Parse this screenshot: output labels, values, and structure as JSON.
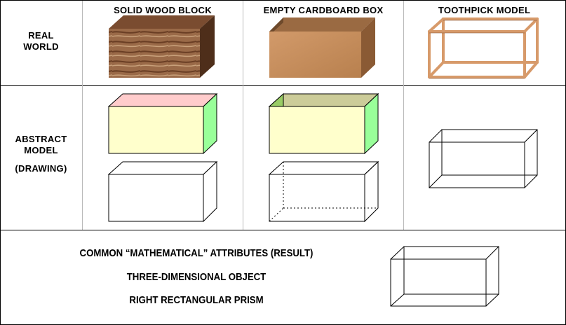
{
  "columns": [
    {
      "label": "SOLID WOOD BLOCK"
    },
    {
      "label": "EMPTY CARDBOARD BOX"
    },
    {
      "label": "TOOTHPICK MODEL"
    }
  ],
  "rows": {
    "real_world": {
      "line1": "REAL",
      "line2": "WORLD"
    },
    "abstract_model": {
      "line1": "ABSTRACT",
      "line2": "MODEL",
      "line3": "(DRAWING)"
    }
  },
  "result": {
    "line1": "COMMON “MATHEMATICAL” ATTRIBUTES (RESULT)",
    "line2": "THREE-DIMENSIONAL OBJECT",
    "line3": "RIGHT RECTANGULAR PRISM"
  },
  "colors": {
    "wood": "#8a5a3a",
    "cardboard": "#c08a5a",
    "toothpick": "#d79a6a",
    "face_front": "#ffffcc",
    "face_top_solid": "#ffcccc",
    "face_side": "#99ff99",
    "face_top_box": "#cccc99"
  }
}
